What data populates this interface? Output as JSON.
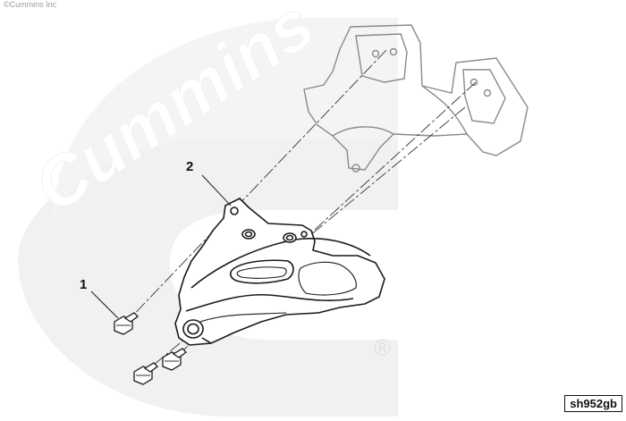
{
  "copyright": "©Cummins Inc",
  "watermark": {
    "text": "Cummins",
    "registered_mark": "®",
    "color": "#ececec"
  },
  "callouts": {
    "item_1": "1",
    "item_2": "2"
  },
  "drawing_id": "sh952gb",
  "colors": {
    "line": "#1a1a1a",
    "phantom": "#8a8a8a",
    "watermark": "#ececec"
  }
}
